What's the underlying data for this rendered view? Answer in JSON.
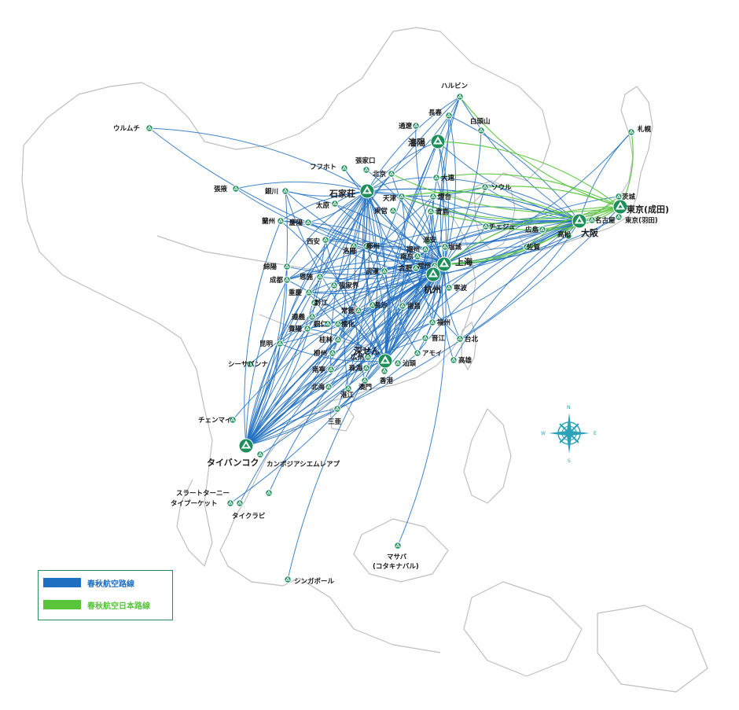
{
  "legend": {
    "blue_label": "春秋航空路線",
    "green_label": "春秋航空日本路線",
    "blue_color": "#1f6fc2",
    "green_color": "#58c53a"
  },
  "compass": {
    "n": "N",
    "s": "S",
    "e": "E",
    "w": "W"
  },
  "hubs": [
    {
      "id": "shanghai",
      "label": "上海"
    },
    {
      "id": "shijiazhuang",
      "label": "石家荘"
    },
    {
      "id": "shenyang",
      "label": "瀋陽"
    },
    {
      "id": "hangzhou",
      "label": "杭州"
    },
    {
      "id": "shenzhen",
      "label": "深せん"
    },
    {
      "id": "bangkok",
      "label": "タイバンコク"
    },
    {
      "id": "osaka",
      "label": "大阪"
    },
    {
      "id": "tokyo_narita",
      "label": "東京(成田)"
    }
  ],
  "cities": [
    {
      "id": "harbin",
      "label": "ハルビン"
    },
    {
      "id": "changchun",
      "label": "長春"
    },
    {
      "id": "tonghua",
      "label": "通遼"
    },
    {
      "id": "baitoushan",
      "label": "白頭山"
    },
    {
      "id": "urumqi",
      "label": "ウルムチ"
    },
    {
      "id": "sapporo",
      "label": "札幌"
    },
    {
      "id": "hohhot",
      "label": "フフホト"
    },
    {
      "id": "zhangjiakou",
      "label": "張家口"
    },
    {
      "id": "beijing",
      "label": "北京"
    },
    {
      "id": "dalian",
      "label": "大連"
    },
    {
      "id": "zhangye",
      "label": "張掖"
    },
    {
      "id": "yinchuan",
      "label": "銀川"
    },
    {
      "id": "taiyuan",
      "label": "太原"
    },
    {
      "id": "tianjin",
      "label": "天津"
    },
    {
      "id": "yantai",
      "label": "煙台"
    },
    {
      "id": "seoul",
      "label": "ソウル"
    },
    {
      "id": "ibaraki",
      "label": "茨城"
    },
    {
      "id": "lanzhou",
      "label": "蘭州"
    },
    {
      "id": "qingyang",
      "label": "慶陽"
    },
    {
      "id": "dongying",
      "label": "東営"
    },
    {
      "id": "qingdao",
      "label": "青島"
    },
    {
      "id": "tokyo_haneda",
      "label": "東京(羽田)"
    },
    {
      "id": "nagoya",
      "label": "名古屋"
    },
    {
      "id": "jeju",
      "label": "チェジュ"
    },
    {
      "id": "hiroshima",
      "label": "広島"
    },
    {
      "id": "takamatsu",
      "label": "高松"
    },
    {
      "id": "saga",
      "label": "佐賀"
    },
    {
      "id": "xian",
      "label": "西安"
    },
    {
      "id": "luoyang",
      "label": "洛陽"
    },
    {
      "id": "zhengzhou",
      "label": "鄭州"
    },
    {
      "id": "huaian",
      "label": "淮安"
    },
    {
      "id": "yangzhou",
      "label": "揚州"
    },
    {
      "id": "yancheng",
      "label": "塩城"
    },
    {
      "id": "nanjing",
      "label": "南京"
    },
    {
      "id": "mianyang",
      "label": "綿陽"
    },
    {
      "id": "chengdu",
      "label": "成都"
    },
    {
      "id": "enshi",
      "label": "恩施"
    },
    {
      "id": "wuhan",
      "label": "武漢"
    },
    {
      "id": "hefei",
      "label": "合肥"
    },
    {
      "id": "zhangjiajie",
      "label": "張家界"
    },
    {
      "id": "ningbo",
      "label": "寧波"
    },
    {
      "id": "chongqing",
      "label": "重慶"
    },
    {
      "id": "changzhou",
      "label": "常州"
    },
    {
      "id": "qianjiang",
      "label": "黔江"
    },
    {
      "id": "changde",
      "label": "常徳"
    },
    {
      "id": "changsha",
      "label": "長沙"
    },
    {
      "id": "nanchang",
      "label": "南昌"
    },
    {
      "id": "zunyi",
      "label": "遵義"
    },
    {
      "id": "guiyang",
      "label": "貴陽"
    },
    {
      "id": "tongren",
      "label": "銅仁"
    },
    {
      "id": "huaihua",
      "label": "懐化"
    },
    {
      "id": "fuzhou",
      "label": "福州"
    },
    {
      "id": "kunming",
      "label": "昆明"
    },
    {
      "id": "guilin",
      "label": "桂林"
    },
    {
      "id": "jinjiang",
      "label": "晋江"
    },
    {
      "id": "taipei",
      "label": "台北"
    },
    {
      "id": "liuzhou",
      "label": "柳州"
    },
    {
      "id": "guangzhou",
      "label": "広州"
    },
    {
      "id": "xiamen",
      "label": "アモイ"
    },
    {
      "id": "xishuangbanna",
      "label": "シーサパンナ"
    },
    {
      "id": "nanning",
      "label": "南寧"
    },
    {
      "id": "zhuhai",
      "label": "珠海"
    },
    {
      "id": "shantou",
      "label": "汕頭"
    },
    {
      "id": "kaohsiung",
      "label": "高雄"
    },
    {
      "id": "beihai",
      "label": "北海"
    },
    {
      "id": "macau",
      "label": "澳門"
    },
    {
      "id": "hongkong",
      "label": "香港"
    },
    {
      "id": "zhanjiang",
      "label": "湛江"
    },
    {
      "id": "sanya",
      "label": "三亜"
    },
    {
      "id": "chiangmai",
      "label": "チェンマイ"
    },
    {
      "id": "siemreap",
      "label": "カンボジアシエムレアプ"
    },
    {
      "id": "suratthani",
      "label": "スラートターニー"
    },
    {
      "id": "phuket",
      "label": "タイプーケット"
    },
    {
      "id": "krabi",
      "label": "タイクラビ"
    },
    {
      "id": "masaba",
      "label": "マサバ"
    },
    {
      "id": "masaba_sub",
      "label": "(コタキナバル)"
    },
    {
      "id": "singapore",
      "label": "シンガポール"
    }
  ]
}
